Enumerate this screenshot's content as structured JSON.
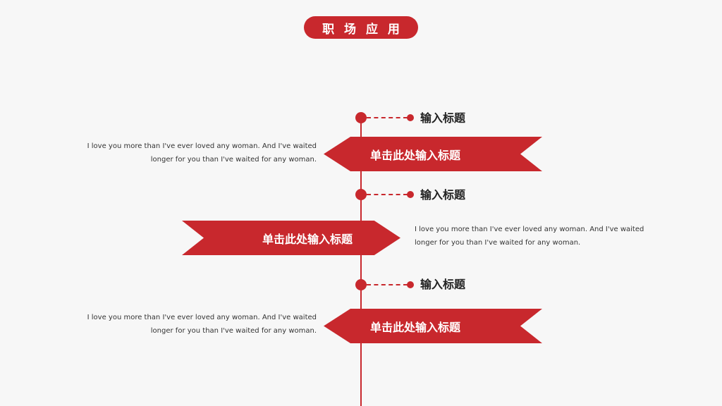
{
  "header": {
    "title": "职 场 应 用"
  },
  "timeline": {
    "items": [
      {
        "node_title": "输入标题",
        "ribbon_label": "单击此处输入标题",
        "desc_line1": "I love you more than I've ever loved any woman. And I've waited",
        "desc_line2": "longer for you than I've waited for any woman."
      },
      {
        "node_title": "输入标题",
        "ribbon_label": "单击此处输入标题",
        "desc_line1": "I love you more than I've ever loved any woman. And I've waited",
        "desc_line2": "longer for you than I've waited for any woman."
      },
      {
        "node_title": "输入标题",
        "ribbon_label": "单击此处输入标题",
        "desc_line1": "I love you more than I've ever loved any woman. And I've waited",
        "desc_line2": "longer for you than I've waited for any woman."
      }
    ]
  },
  "colors": {
    "accent": "#c8282d",
    "background": "#f7f7f7",
    "text": "#222222"
  }
}
